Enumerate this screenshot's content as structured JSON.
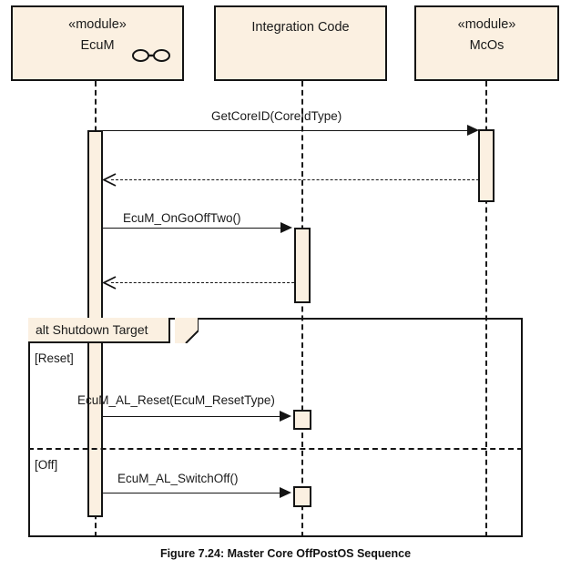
{
  "figure": {
    "caption": "Figure 7.24: Master Core OffPostOS Sequence"
  },
  "colors": {
    "box_fill": "#fbf0e1",
    "stroke": "#141414",
    "background": "#ffffff"
  },
  "participants": [
    {
      "id": "ecum",
      "stereotype": "«module»",
      "name": "EcuM",
      "has_port_icon": true,
      "port_icon_name": "interface-port-icon"
    },
    {
      "id": "integration",
      "stereotype": "",
      "name": "Integration Code",
      "has_port_icon": false,
      "port_icon_name": ""
    },
    {
      "id": "mcos",
      "stereotype": "«module»",
      "name": "McOs",
      "has_port_icon": false,
      "port_icon_name": ""
    }
  ],
  "messages": [
    {
      "id": "m1",
      "label": "GetCoreID(CoreIdType)",
      "from": "ecum",
      "to": "mcos",
      "kind": "call"
    },
    {
      "id": "m2",
      "label": "",
      "from": "mcos",
      "to": "ecum",
      "kind": "return"
    },
    {
      "id": "m3",
      "label": "EcuM_OnGoOffTwo()",
      "from": "ecum",
      "to": "integration",
      "kind": "call"
    },
    {
      "id": "m4",
      "label": "",
      "from": "integration",
      "to": "ecum",
      "kind": "return"
    },
    {
      "id": "m5",
      "label": "EcuM_AL_Reset(EcuM_ResetType)",
      "from": "ecum",
      "to": "integration",
      "kind": "call"
    },
    {
      "id": "m6",
      "label": "EcuM_AL_SwitchOff()",
      "from": "ecum",
      "to": "integration",
      "kind": "call"
    }
  ],
  "fragment": {
    "operator_and_name": "alt Shutdown Target",
    "operands": [
      {
        "guard": "[Reset]"
      },
      {
        "guard": "[Off]"
      }
    ]
  }
}
